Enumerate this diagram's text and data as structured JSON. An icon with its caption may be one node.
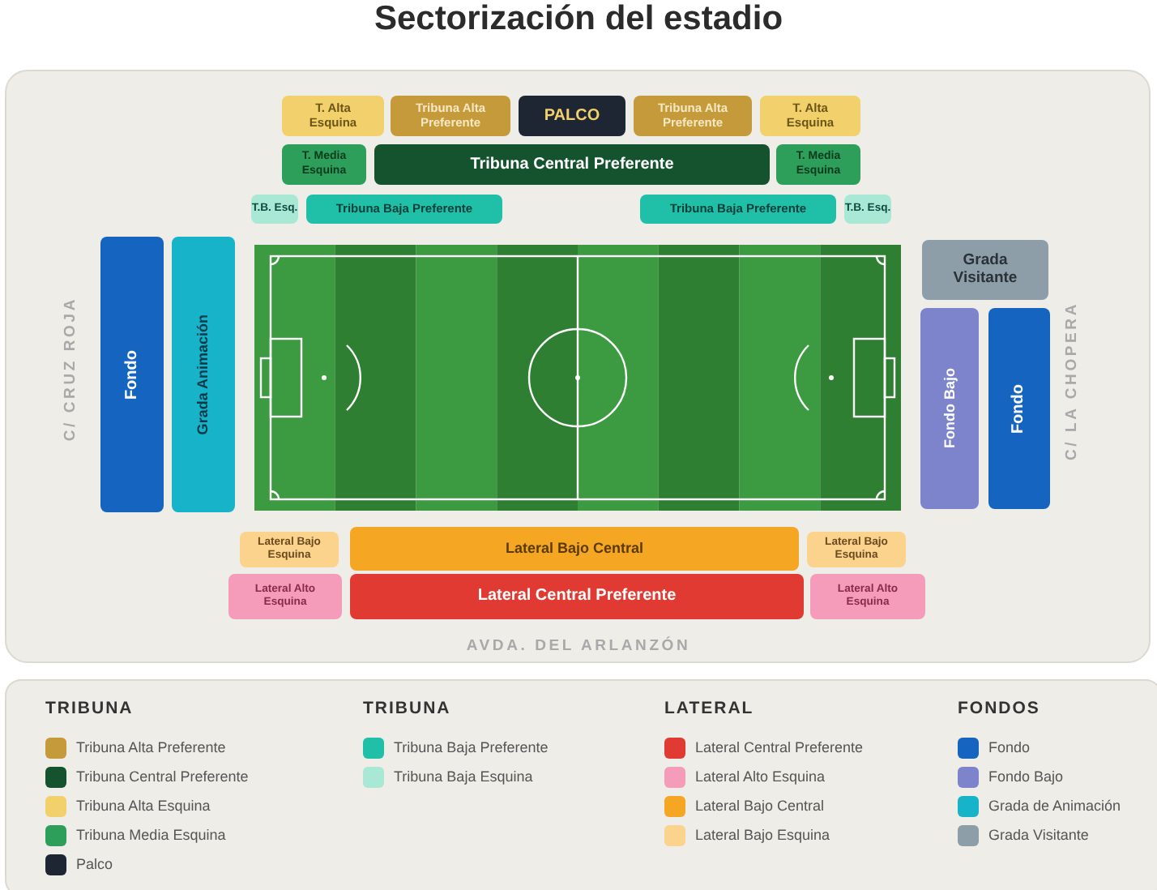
{
  "diagram": {
    "title": "Sectorización del estadio",
    "nodes": [
      {
        "text": [
          "T. Alta Esquina"
        ]
      },
      {
        "text": [
          "Tribuna Alta Preferente"
        ]
      },
      {
        "text": [
          "PALCO"
        ]
      },
      {
        "text": [
          "Tribuna Alta Preferente"
        ]
      },
      {
        "text": [
          "T. Alta Esquina"
        ]
      },
      {
        "text": [
          "T. Media Esquina"
        ]
      },
      {
        "text": [
          "Tribuna Central Preferente"
        ]
      },
      {
        "text": [
          "T. Media Esquina"
        ]
      },
      {
        "text": [
          "T.B. Esq."
        ]
      },
      {
        "text": [
          "Tribuna Baja Preferente"
        ]
      },
      {
        "text": [
          "Tribuna Baja Preferente"
        ]
      },
      {
        "text": [
          "T.B. Esq."
        ]
      },
      {
        "text": [
          "Fondo"
        ]
      },
      {
        "text": [
          "Grada Animación"
        ]
      },
      {
        "text": [
          "Grada Visitante"
        ]
      },
      {
        "text": [
          "Fondo Bajo"
        ]
      },
      {
        "text": [
          "Fondo"
        ]
      },
      {
        "text": [
          "Lateral Bajo Esquina"
        ]
      },
      {
        "text": [
          "Lateral Bajo Central"
        ]
      },
      {
        "text": [
          "Lateral Bajo Esquina"
        ]
      },
      {
        "text": [
          "Lateral Alto Esquina"
        ]
      },
      {
        "text": [
          "Lateral Central Preferente"
        ]
      },
      {
        "text": [
          "Lateral Alto Esquina"
        ]
      }
    ],
    "labels": [
      "C/ CRUZ ROJA",
      "C/ LA CHOPERA",
      "AVDA. DEL ARLANZÓN",
      "TRIBUNA",
      "TRIBUNA",
      "LATERAL",
      "FONDOS"
    ],
    "legend": [
      {
        "text": "Tribuna Alta Preferente",
        "color": "#c49a3a"
      },
      {
        "text": "Tribuna Central Preferente",
        "color": "#14532d"
      },
      {
        "text": "Tribuna Alta Esquina",
        "color": "#f2d06b"
      },
      {
        "text": "Tribuna Media Esquina",
        "color": "#2e9e5b"
      },
      {
        "text": "Palco",
        "color": "#1e2533"
      },
      {
        "text": "Tribuna Baja Preferente",
        "color": "#1fbfa8"
      },
      {
        "text": "Tribuna Baja Esquina",
        "color": "#a8e8d4"
      },
      {
        "text": "Lateral Central Preferente",
        "color": "#e03a33"
      },
      {
        "text": "Lateral Alto Esquina",
        "color": "#f49cba"
      },
      {
        "text": "Lateral Bajo Central",
        "color": "#f5a623"
      },
      {
        "text": "Lateral Bajo Esquina",
        "color": "#fbd38d"
      },
      {
        "text": "Fondo",
        "color": "#1565c0"
      },
      {
        "text": "Fondo Bajo",
        "color": "#7e84cc"
      },
      {
        "text": "Grada de Animación",
        "color": "#17b3c9"
      },
      {
        "text": "Grada Visitante",
        "color": "#8e9ea8"
      }
    ]
  }
}
